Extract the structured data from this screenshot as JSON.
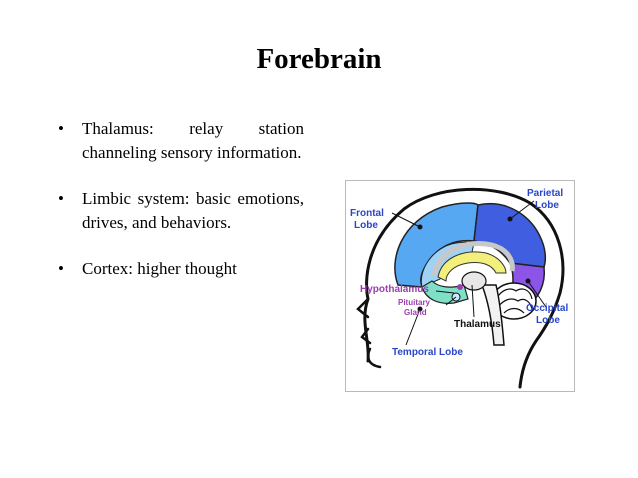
{
  "slide": {
    "title": "Forebrain",
    "bullets": [
      {
        "text": "Thalamus: relay station channeling sensory information."
      },
      {
        "text": "Limbic system: basic emotions, drives, and behaviors."
      },
      {
        "text": "Cortex: higher thought"
      }
    ]
  },
  "figure": {
    "labels": {
      "frontal_1": "Frontal",
      "frontal_2": "Lobe",
      "parietal_1": "Parietal",
      "parietal_2": "Lobe",
      "hypothalamus": "Hypothalamus",
      "pituitary_1": "Pituitary",
      "pituitary_2": "Gland",
      "occipital_1": "Occipital",
      "occipital_2": "Lobe",
      "thalamus": "Thalamus",
      "temporal": "Temporal Lobe"
    },
    "colors": {
      "label_blue": "#2a45c8",
      "hypothalamus_purple": "#9b3fb0",
      "frontal": "#56a8f2",
      "frontal_light": "#9fd2f7",
      "parietal": "#3f5fe0",
      "occipital": "#8c55e8",
      "temporal": "#7fe0c8",
      "limbic_yellow": "#f2ef7a",
      "head_outline": "#111111"
    }
  }
}
